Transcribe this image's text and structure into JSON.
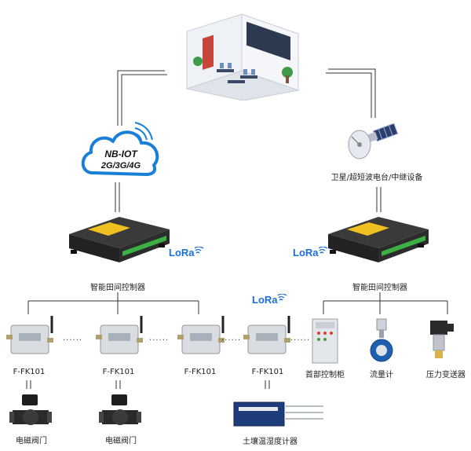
{
  "cloud": {
    "line1": "NB-IOT",
    "line2": "2G/3G/4G"
  },
  "satellite": {
    "label": "卫星/超短波电台/中继设备"
  },
  "controllers": {
    "left_label": "智能田间控制器",
    "right_label": "智能田间控制器"
  },
  "lora": {
    "text": "LoRa"
  },
  "nodes": [
    {
      "label": "F-FK101"
    },
    {
      "label": "F-FK101"
    },
    {
      "label": "F-FK101"
    },
    {
      "label": "F-FK101"
    }
  ],
  "ellipsis": "······",
  "devices": {
    "cabinet": "首部控制柜",
    "flowmeter": "流量计",
    "pressure": "压力变送器"
  },
  "valves": [
    {
      "label": "电磁阀门"
    },
    {
      "label": "电磁阀门"
    }
  ],
  "sensor": {
    "label": "土壤温湿度计器"
  },
  "colors": {
    "cloud": "#1a7fd6",
    "lora": "#1a6ed8",
    "controller_body": "#2c2c2c",
    "controller_label": "#f0c020",
    "terminal": "#3cb043"
  }
}
